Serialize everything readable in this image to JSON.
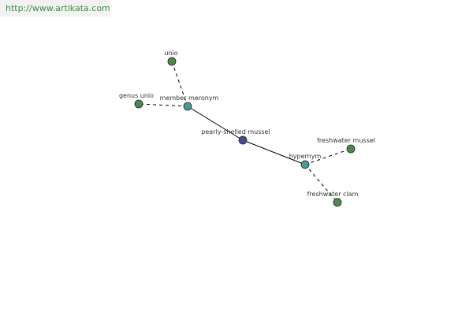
{
  "header": {
    "url_text": "http://www.artikata.com"
  },
  "graph": {
    "colors": {
      "center": "#4b4b9a",
      "relation": "#4a9a9a",
      "leaf": "#4a8a4a"
    },
    "nodes": [
      {
        "id": "pearly-shelled-mussel",
        "label": "pearly-shelled mussel",
        "kind": "center"
      },
      {
        "id": "member-meronym",
        "label": "member meronym",
        "kind": "relation"
      },
      {
        "id": "hypernym",
        "label": "hypernym",
        "kind": "relation"
      },
      {
        "id": "unio",
        "label": "unio",
        "kind": "leaf"
      },
      {
        "id": "genus-unio",
        "label": "genus unio",
        "kind": "leaf"
      },
      {
        "id": "freshwater-mussel",
        "label": "freshwater mussel",
        "kind": "leaf"
      },
      {
        "id": "freshwater-clam",
        "label": "freshwater clam",
        "kind": "leaf"
      }
    ],
    "edges": [
      {
        "from": "pearly-shelled-mussel",
        "to": "member-meronym",
        "style": "solid"
      },
      {
        "from": "pearly-shelled-mussel",
        "to": "hypernym",
        "style": "solid"
      },
      {
        "from": "member-meronym",
        "to": "unio",
        "style": "dashed"
      },
      {
        "from": "member-meronym",
        "to": "genus-unio",
        "style": "dashed"
      },
      {
        "from": "hypernym",
        "to": "freshwater-mussel",
        "style": "dashed"
      },
      {
        "from": "hypernym",
        "to": "freshwater-clam",
        "style": "dashed"
      }
    ]
  }
}
